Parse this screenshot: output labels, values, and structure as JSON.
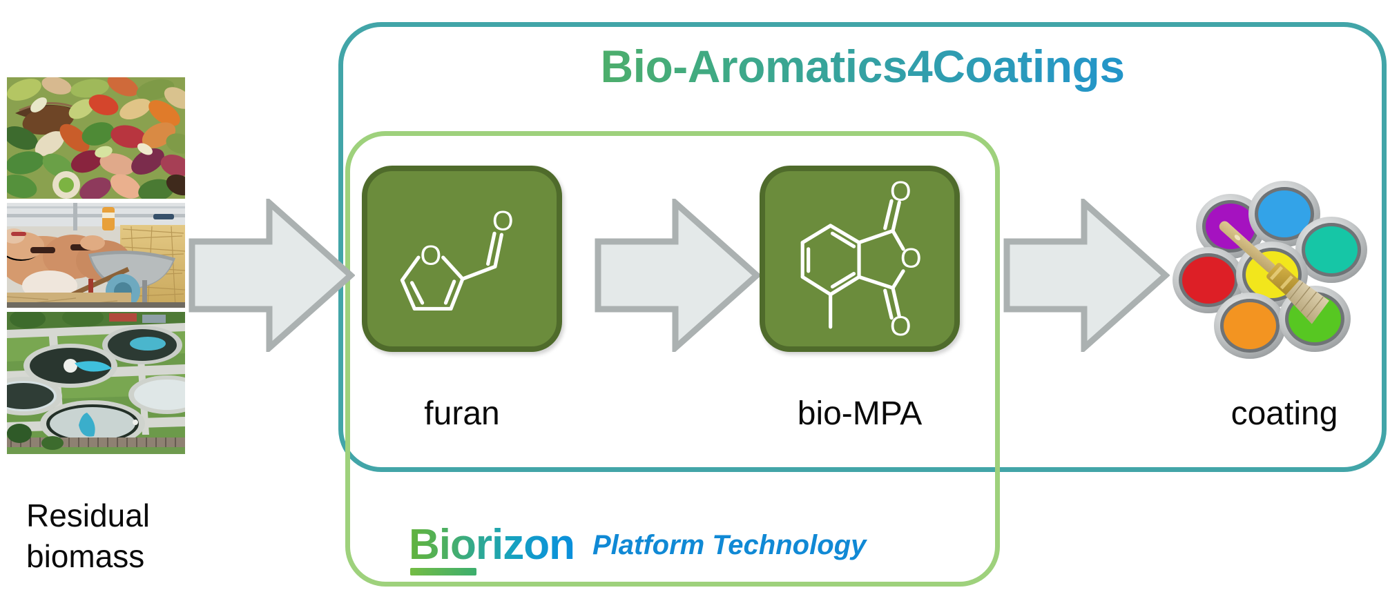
{
  "title": {
    "text": "Bio-Aromatics4Coatings",
    "gradient_from": "#6EB72E",
    "gradient_to": "#0F8BDA"
  },
  "frames": {
    "outer_label": "bio-aromatics4coatings-scope",
    "outer_color": "#42A5A8",
    "inner_label": "biorizon-platform-scope",
    "inner_color": "#9ED17C"
  },
  "feedstock": {
    "label_line_1": "Residual",
    "label_line_2": "biomass",
    "photos": [
      {
        "name": "food-waste-photo",
        "alt": "mixed food and vegetable waste"
      },
      {
        "name": "cattle-straw-photo",
        "alt": "cattle in a barn with straw and a wheelbarrow"
      },
      {
        "name": "wastewater-treatment-photo",
        "alt": "aerial view of circular wastewater treatment basins"
      }
    ]
  },
  "steps": [
    {
      "name": "furan",
      "label": "furan",
      "molecule": "furfural",
      "card_fill": "#6B8C3C",
      "card_border": "#4F6B2B"
    },
    {
      "name": "bio-mpa",
      "label": "bio-MPA",
      "molecule": "methylphthalic-anhydride",
      "card_fill": "#6B8C3C",
      "card_border": "#4F6B2B"
    }
  ],
  "product": {
    "label": "coating",
    "photo_alt": "seven open paint cans in assorted colors with a paintbrush",
    "can_colors": [
      "#A512C0",
      "#33A3E8",
      "#16C6A6",
      "#DD1F26",
      "#F2E61C",
      "#F39421",
      "#57C722"
    ]
  },
  "arrows": [
    {
      "name": "arrow-biomass-to-furan",
      "fill": "#E4E9E9",
      "stroke": "#ABB1B1"
    },
    {
      "name": "arrow-furan-to-bio-mpa",
      "fill": "#E4E9E9",
      "stroke": "#ABB1B1"
    },
    {
      "name": "arrow-bio-mpa-to-coating",
      "fill": "#E4E9E9",
      "stroke": "#ABB1B1"
    }
  ],
  "branding": {
    "wordmark": "Biorizon",
    "tagline": "Platform Technology",
    "tagline_color": "#1089D5",
    "wordmark_gradient_from": "#63B33C",
    "wordmark_gradient_to": "#0A8FDC"
  },
  "molecule_atoms": {
    "furan": [
      "O",
      "O"
    ],
    "bio_mpa": [
      "O",
      "O",
      "O"
    ]
  }
}
